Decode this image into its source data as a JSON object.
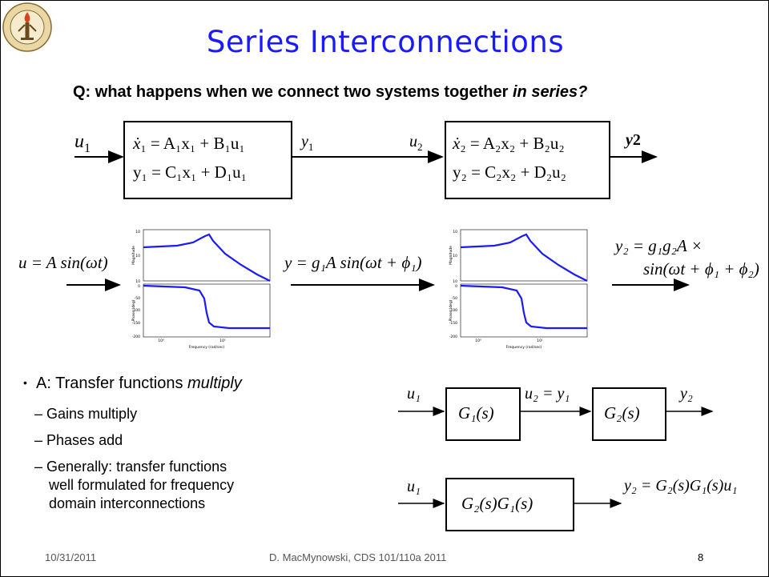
{
  "slide": {
    "title": "Series Interconnections",
    "question_prefix": "Q: what happens when we connect two systems together ",
    "question_italic": "in series?",
    "block1": {
      "input": "u",
      "input_sub": "1",
      "eq1_lhs": "ẋ",
      "eq1": "₁ = A₁x₁ + B₁u₁",
      "eq2": "y₁ = C₁x₁ + D₁u₁",
      "output": "y",
      "output_sub": "1"
    },
    "block2": {
      "input": "u",
      "input_sub": "2",
      "eq1_lhs": "ẋ",
      "eq1": "₂ = A₂x₂ + B₂u₂",
      "eq2": "y₂ = C₂x₂ + D₂u₂",
      "output": "y",
      "output_sub": "2"
    },
    "signal_in": "u = A sin(ωt)",
    "signal_mid": "y = g₁A sin(ωt + ϕ₁)",
    "signal_out_line1": "y₂ = g₁g₂A ×",
    "signal_out_line2": "sin(ωt + ϕ₁ + ϕ₂)",
    "bode": {
      "mag_label": "Magnitude",
      "phase_label": "Phase (deg)",
      "freq_label": "Frequency (rad/sec)",
      "mag_ticks": [
        "10",
        "10",
        "10"
      ],
      "phase_ticks": [
        "0",
        "-50",
        "-100",
        "-150",
        "-200"
      ],
      "freq_ticks": [
        "10⁰",
        "10¹"
      ]
    },
    "bullet_main": "A: Transfer functions ",
    "bullet_main_italic": "multiply",
    "sub_bullets": [
      "Gains multiply",
      "Phases add",
      "Generally: transfer functions",
      "well formulated for frequency",
      "domain interconnections"
    ],
    "dash": "–",
    "tf_chain": {
      "u1": "u₁",
      "g1": "G₁(s)",
      "mid": "u₂ = y₁",
      "g2": "G₂(s)",
      "y2": "y₂"
    },
    "tf_combined": {
      "u1": "u₁",
      "block": "G₂(s)G₁(s)",
      "out": "y₂ = G₂(s)G₁(s)u₁"
    },
    "footer": {
      "date": "10/31/2011",
      "author": "D. MacMynowski, CDS 101/110a 2011",
      "page": "8"
    }
  }
}
